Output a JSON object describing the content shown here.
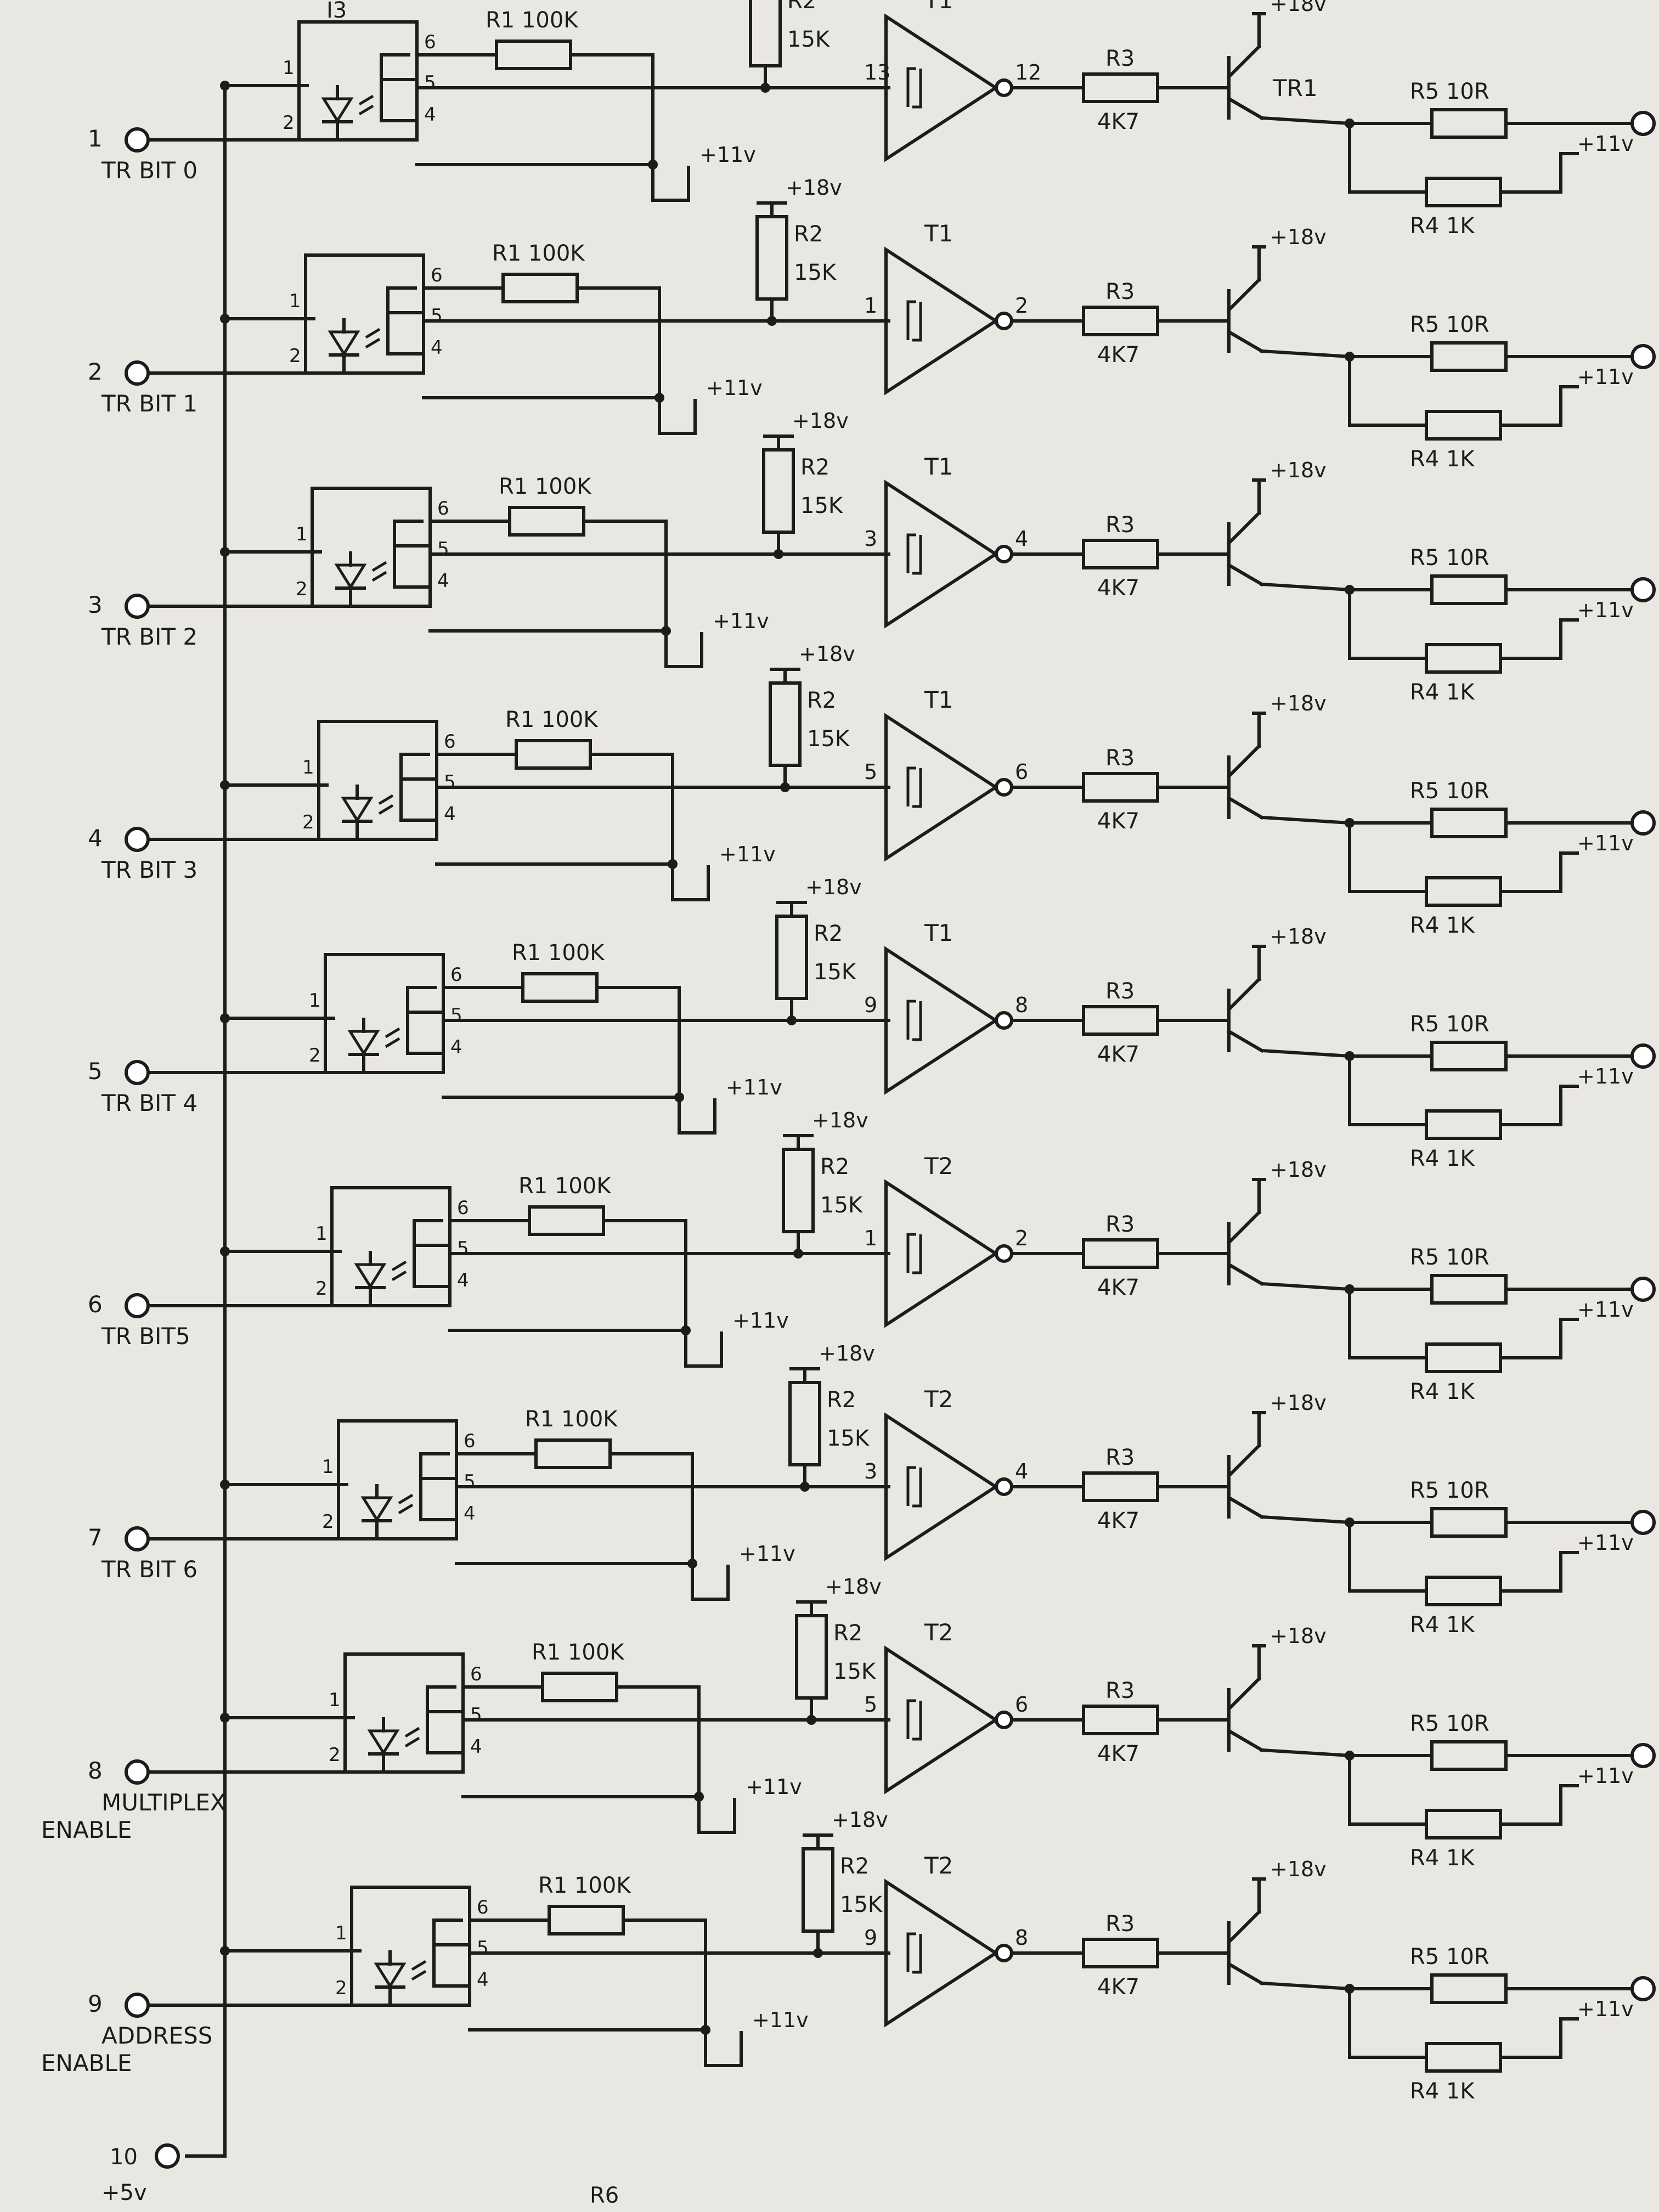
{
  "inputs": [
    {
      "pin": "1",
      "label": "TR BIT 0"
    },
    {
      "pin": "2",
      "label": "TR BIT 1"
    },
    {
      "pin": "3",
      "label": "TR BIT 2"
    },
    {
      "pin": "4",
      "label": "TR BIT 3"
    },
    {
      "pin": "5",
      "label": "TR BIT 4"
    },
    {
      "pin": "6",
      "label": "TR BIT5"
    },
    {
      "pin": "7",
      "label": "TR BIT 6"
    },
    {
      "pin": "8",
      "label": "MULTIPLEX",
      "label2": "ENABLE"
    },
    {
      "pin": "9",
      "label": "ADDRESS",
      "label2": "ENABLE"
    }
  ],
  "supply": {
    "pin": "10",
    "label": "+5v"
  },
  "channels": [
    {
      "opto": "I3",
      "gate": "T1",
      "gate_in": "13",
      "gate_out": "12",
      "transistor": "TR1",
      "r5": "R5 10R"
    },
    {
      "opto": "",
      "gate": "T1",
      "gate_in": "1",
      "gate_out": "2",
      "transistor": "",
      "r5": "R5 10R"
    },
    {
      "opto": "",
      "gate": "T1",
      "gate_in": "3",
      "gate_out": "4",
      "transistor": "",
      "r5": "R5  10R"
    },
    {
      "opto": "",
      "gate": "T1",
      "gate_in": "5",
      "gate_out": "6",
      "transistor": "",
      "r5": "R5  10R"
    },
    {
      "opto": "",
      "gate": "T1",
      "gate_in": "9",
      "gate_out": "8",
      "transistor": "",
      "r5": "R5  10R"
    },
    {
      "opto": "",
      "gate": "T2",
      "gate_in": "1",
      "gate_out": "2",
      "transistor": "",
      "r5": "R5  10R"
    },
    {
      "opto": "",
      "gate": "T2",
      "gate_in": "3",
      "gate_out": "4",
      "transistor": "",
      "r5": "R5  10R"
    },
    {
      "opto": "",
      "gate": "T2",
      "gate_in": "5",
      "gate_out": "6",
      "transistor": "",
      "r5": "R5  10R"
    },
    {
      "opto": "",
      "gate": "T2",
      "gate_in": "9",
      "gate_out": "8",
      "transistor": "",
      "r5": "R5 10R"
    }
  ],
  "common": {
    "r1": "R1 100K",
    "r2": "R2",
    "r2_value": "15K",
    "r3": "R3",
    "r3_value": "4K7",
    "r4": "R4  1K",
    "v18": "+18v",
    "v11": "+11v",
    "opto_pins": [
      "1",
      "2",
      "4",
      "5",
      "6"
    ]
  },
  "footer": {
    "label": "R6"
  }
}
